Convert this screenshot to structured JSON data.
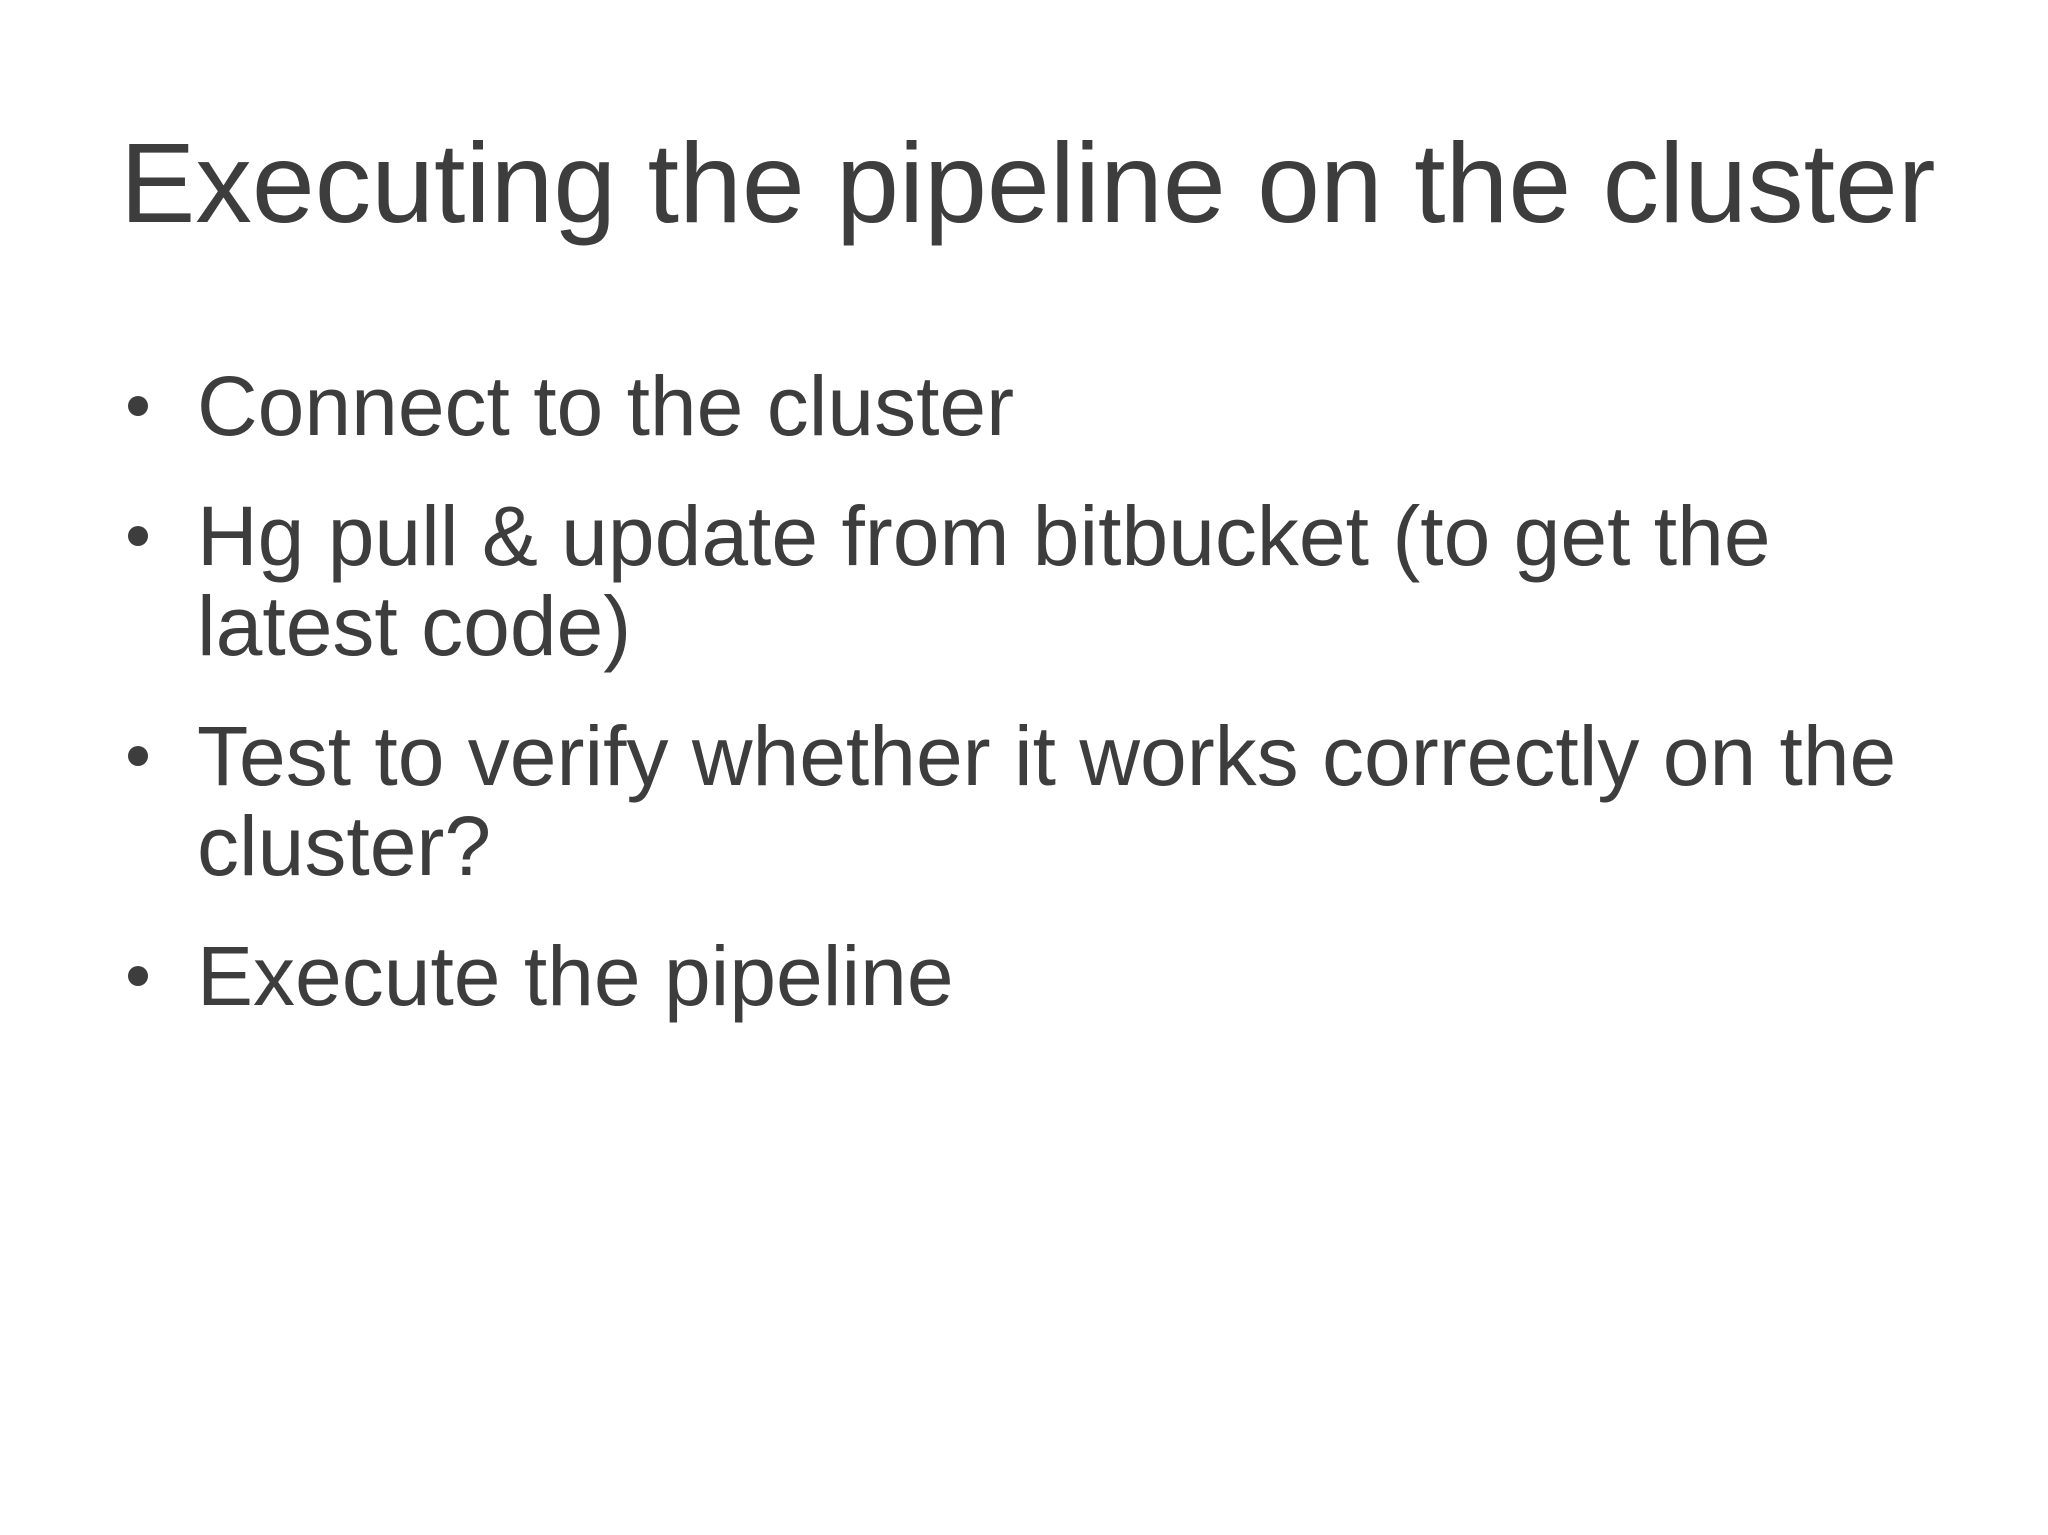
{
  "slide": {
    "title": "Executing the pipeline on the cluster",
    "bullets": [
      "Connect to the cluster",
      "Hg pull & update from bitbucket (to get the latest code)",
      "Test to verify whether it works correctly on the cluster?",
      "Execute the pipeline"
    ],
    "colors": {
      "background": "#ffffff",
      "text": "#3d3d3d"
    }
  }
}
